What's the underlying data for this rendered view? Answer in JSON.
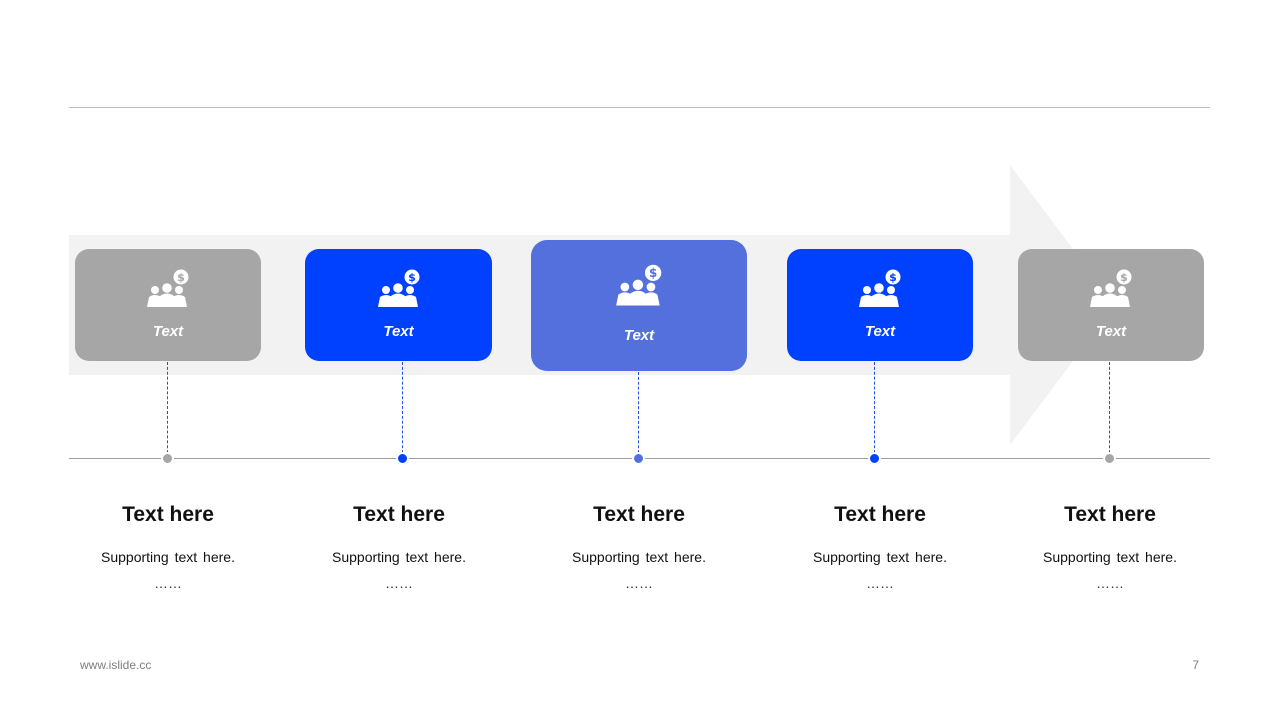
{
  "colors": {
    "gray": "#a6a6a6",
    "blue": "#0041ff",
    "periwinkle": "#5470dc",
    "arrow": "#f2f2f2",
    "stem": "#1e50e6",
    "rule": "#bfbfbf"
  },
  "steps": [
    {
      "card_label": "Text",
      "title": "Text here",
      "support": "Supporting text here.",
      "more": "……",
      "color": "#a6a6a6",
      "dot_color": "#a6a6a6",
      "icon": "team-money-icon"
    },
    {
      "card_label": "Text",
      "title": "Text here",
      "support": "Supporting text here.",
      "more": "……",
      "color": "#0041ff",
      "dot_color": "#0041ff",
      "icon": "team-money-icon"
    },
    {
      "card_label": "Text",
      "title": "Text here",
      "support": "Supporting text here.",
      "more": "……",
      "color": "#5470dc",
      "dot_color": "#5470dc",
      "icon": "team-money-icon"
    },
    {
      "card_label": "Text",
      "title": "Text here",
      "support": "Supporting text here.",
      "more": "……",
      "color": "#0041ff",
      "dot_color": "#0041ff",
      "icon": "team-money-icon"
    },
    {
      "card_label": "Text",
      "title": "Text here",
      "support": "Supporting text here.",
      "more": "……",
      "color": "#a6a6a6",
      "dot_color": "#a6a6a6",
      "icon": "team-money-icon"
    }
  ],
  "footer": {
    "website": "www.islide.cc",
    "page_number": "7"
  }
}
